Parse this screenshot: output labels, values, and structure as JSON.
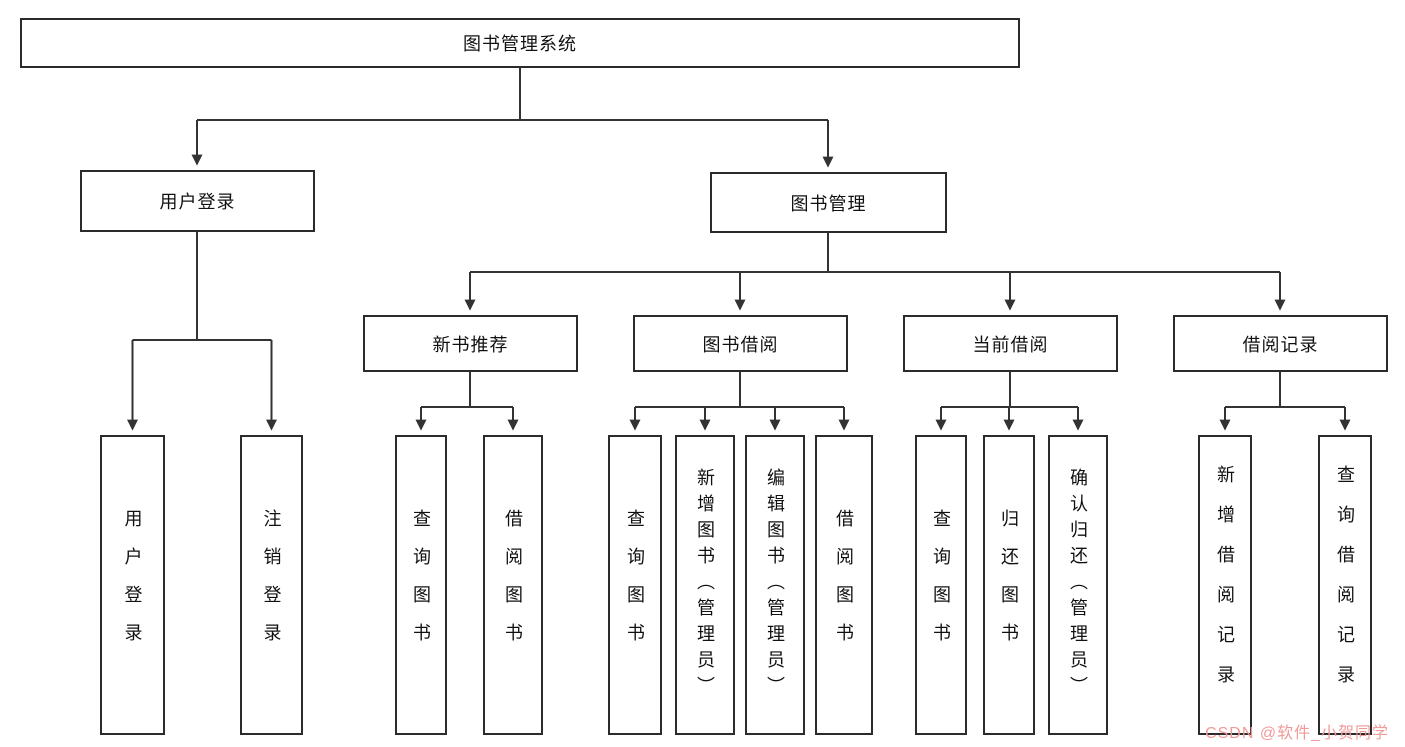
{
  "root": {
    "label": "图书管理系统"
  },
  "login": {
    "label": "用户登录",
    "children": [
      {
        "label": "用户登录"
      },
      {
        "label": "注销登录"
      }
    ]
  },
  "management": {
    "label": "图书管理"
  },
  "sections": [
    {
      "label": "新书推荐",
      "children": [
        {
          "label": "查询图书"
        },
        {
          "label": "借阅图书"
        }
      ]
    },
    {
      "label": "图书借阅",
      "children": [
        {
          "label": "查询图书"
        },
        {
          "label": "新增图书（管理员）"
        },
        {
          "label": "编辑图书（管理员）"
        },
        {
          "label": "借阅图书"
        }
      ]
    },
    {
      "label": "当前借阅",
      "children": [
        {
          "label": "查询图书"
        },
        {
          "label": "归还图书"
        },
        {
          "label": "确认归还（管理员）"
        }
      ]
    },
    {
      "label": "借阅记录",
      "children": [
        {
          "label": "新增借阅记录"
        },
        {
          "label": "查询借阅记录"
        }
      ]
    }
  ],
  "watermark": {
    "label": "CSDN @软件_小贺同学"
  },
  "colors": {
    "line": "#333333",
    "border": "#2b2b2b",
    "watermark": "#f09a9a"
  }
}
